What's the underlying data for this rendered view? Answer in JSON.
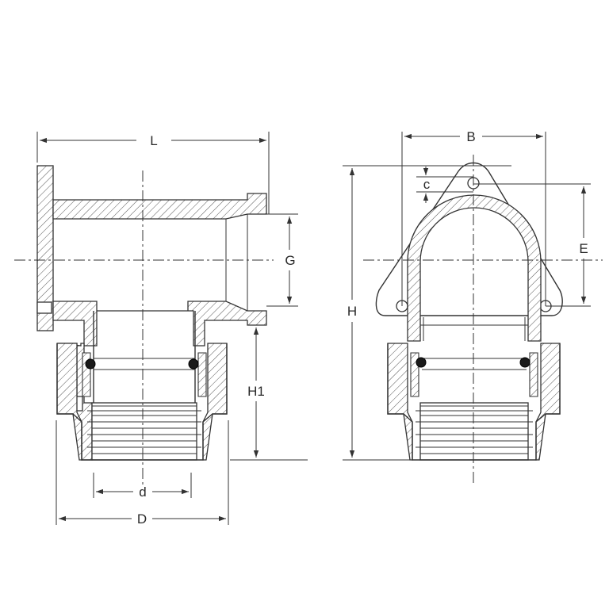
{
  "labels": {
    "L": "L",
    "G": "G",
    "H1": "H1",
    "d": "d",
    "D": "D",
    "B": "B",
    "c": "c",
    "E": "E",
    "H": "H"
  }
}
